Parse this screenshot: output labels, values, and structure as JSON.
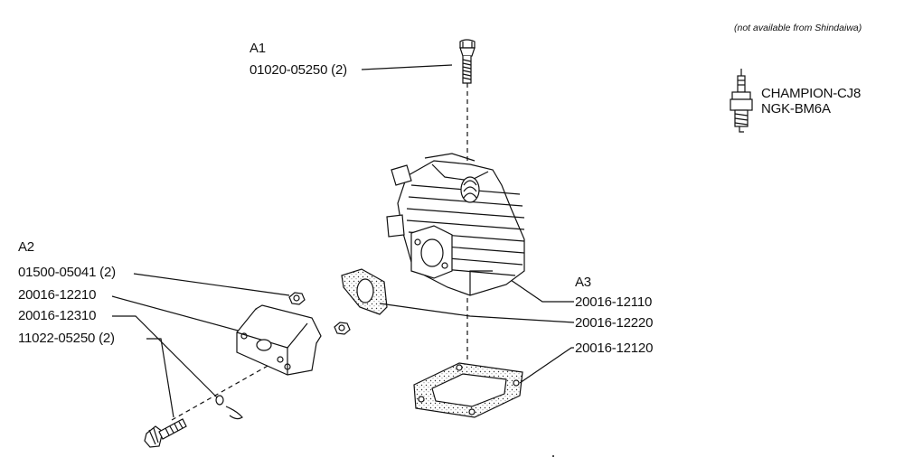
{
  "note": "(not available from Shindaiwa)",
  "spark_plug": {
    "line1": "CHAMPION-CJ8",
    "line2": "NGK-BM6A"
  },
  "groups": {
    "a1": {
      "title": "A1",
      "parts": [
        "01020-05250 (2)"
      ]
    },
    "a2": {
      "title": "A2",
      "parts": [
        "01500-05041 (2)",
        "20016-12210",
        "20016-12310",
        "11022-05250 (2)"
      ]
    },
    "a3": {
      "title": "A3",
      "parts": [
        "20016-12110",
        "20016-12220",
        "20016-12120"
      ]
    }
  },
  "colors": {
    "ink": "#111111",
    "background": "#ffffff"
  }
}
